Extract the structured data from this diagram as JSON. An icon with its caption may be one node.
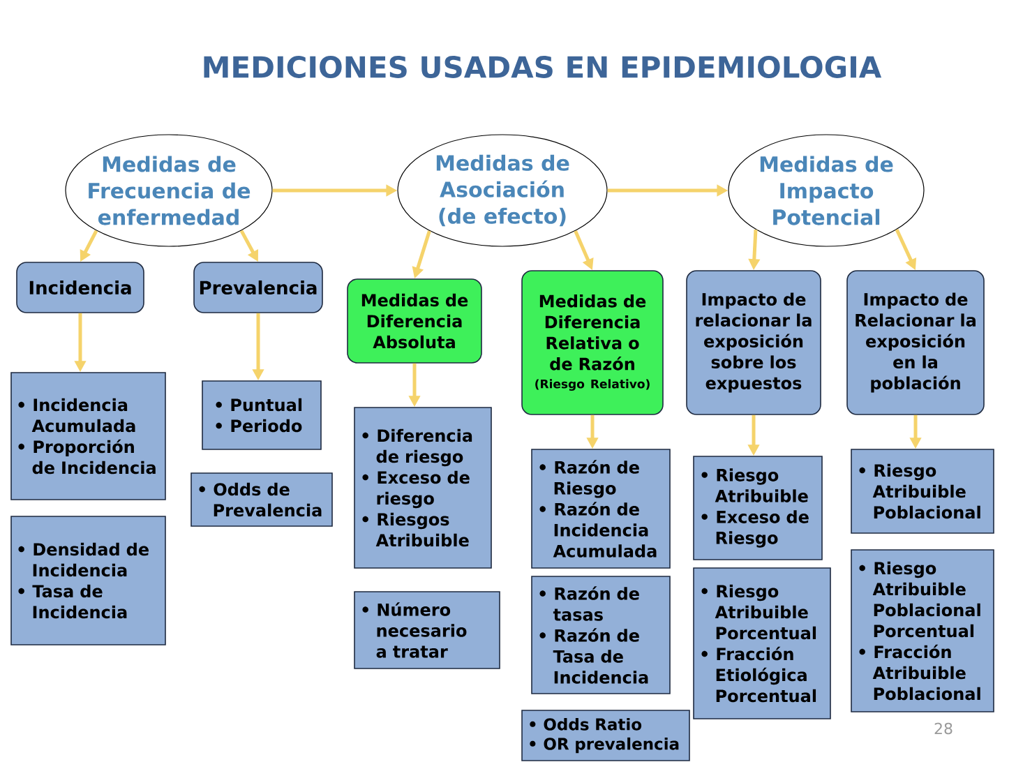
{
  "diagram": {
    "title": "MEDICIONES USADAS EN EPIDEMIOLOGIA",
    "nodes": [
      {
        "text": [
          "Medidas de Frecuencia de enfermedad"
        ]
      },
      {
        "text": [
          "Medidas de Asociación (de efecto)"
        ]
      },
      {
        "text": [
          "Medidas de Impacto Potencial"
        ]
      },
      {
        "text": [
          "Incidencia"
        ]
      },
      {
        "text": [
          "Prevalencia"
        ]
      },
      {
        "text": [
          "Medidas de Diferencia Absoluta"
        ]
      },
      {
        "text": [
          "Medidas de Diferencia Relativa o de Razón",
          "(Riesgo Relativo)"
        ]
      },
      {
        "text": [
          "Impacto de relacionar la exposición sobre los expuestos"
        ]
      },
      {
        "text": [
          "Impacto de Relacionar la exposición en la población"
        ]
      },
      {
        "text": [
          "• Incidencia Acumulada",
          "• Proporción de Incidencia"
        ]
      },
      {
        "text": [
          "• Densidad de Incidencia",
          "• Tasa de Incidencia"
        ]
      },
      {
        "text": [
          "• Puntual",
          "• Periodo"
        ]
      },
      {
        "text": [
          "• Odds de Prevalencia"
        ]
      },
      {
        "text": [
          "• Diferencia de riesgo",
          "• Exceso de riesgo",
          "• Riesgos Atribuible"
        ]
      },
      {
        "text": [
          "• Número necesario a tratar"
        ]
      },
      {
        "text": [
          "• Razón de Riesgo",
          "• Razón de Incidencia Acumulada"
        ]
      },
      {
        "text": [
          "• Razón de tasas",
          "• Razón de Tasa de Incidencia"
        ]
      },
      {
        "text": [
          "• Odds Ratio",
          "• OR prevalencia"
        ]
      },
      {
        "text": [
          "• Riesgo Atribuible",
          "• Exceso de Riesgo"
        ]
      },
      {
        "text": [
          "• Riesgo Atribuible Porcentual",
          "• Fracción Etiológica Porcentual"
        ]
      },
      {
        "text": [
          "• Riesgo Atribuible Poblacional"
        ]
      },
      {
        "text": [
          "• Riesgo Atribuible Poblacional Porcentual",
          "• Fracción Atribuible Poblacional"
        ]
      }
    ],
    "edges": [
      {
        "from": 0,
        "to": 1,
        "arrow": "to"
      },
      {
        "from": 1,
        "to": 2,
        "arrow": "to"
      },
      {
        "from": 0,
        "to": 3,
        "arrow": "to"
      },
      {
        "from": 0,
        "to": 4,
        "arrow": "to"
      },
      {
        "from": 1,
        "to": 5,
        "arrow": "to"
      },
      {
        "from": 1,
        "to": 6,
        "arrow": "to"
      },
      {
        "from": 2,
        "to": 7,
        "arrow": "to"
      },
      {
        "from": 2,
        "to": 8,
        "arrow": "to"
      },
      {
        "from": 3,
        "to": 9,
        "arrow": "to"
      },
      {
        "from": 4,
        "to": 11,
        "arrow": "to"
      },
      {
        "from": 5,
        "to": 13,
        "arrow": "to"
      },
      {
        "from": 6,
        "to": 15,
        "arrow": "to"
      },
      {
        "from": 7,
        "to": 18,
        "arrow": "to"
      },
      {
        "from": 8,
        "to": 20,
        "arrow": "to"
      }
    ],
    "labels": [
      "28"
    ]
  }
}
